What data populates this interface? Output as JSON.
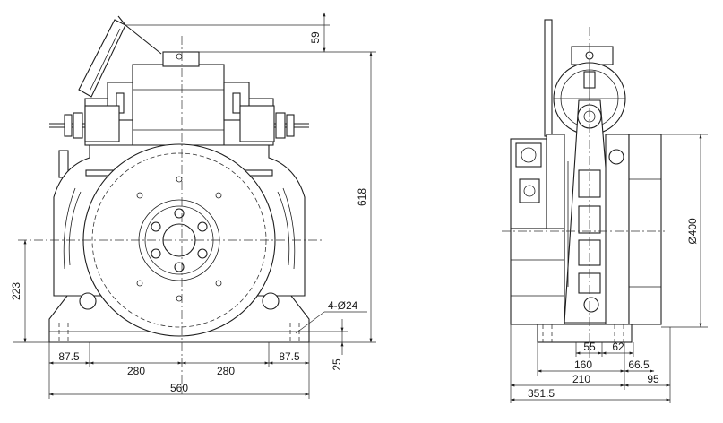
{
  "front_view": {
    "dims": {
      "top_offset": "59",
      "height": "618",
      "shaft_height": "223",
      "bolt_holes": "4-Ø24",
      "foot_left": "87.5",
      "foot_right": "87.5",
      "half_left": "280",
      "half_right": "280",
      "overall_width": "560",
      "base_thickness": "25"
    }
  },
  "side_view": {
    "dims": {
      "sheave_diameter": "Ø400",
      "d55": "55",
      "d62": "62",
      "d160": "160",
      "d66_5": "66.5",
      "d210": "210",
      "d95": "95",
      "overall_depth": "351.5"
    }
  }
}
